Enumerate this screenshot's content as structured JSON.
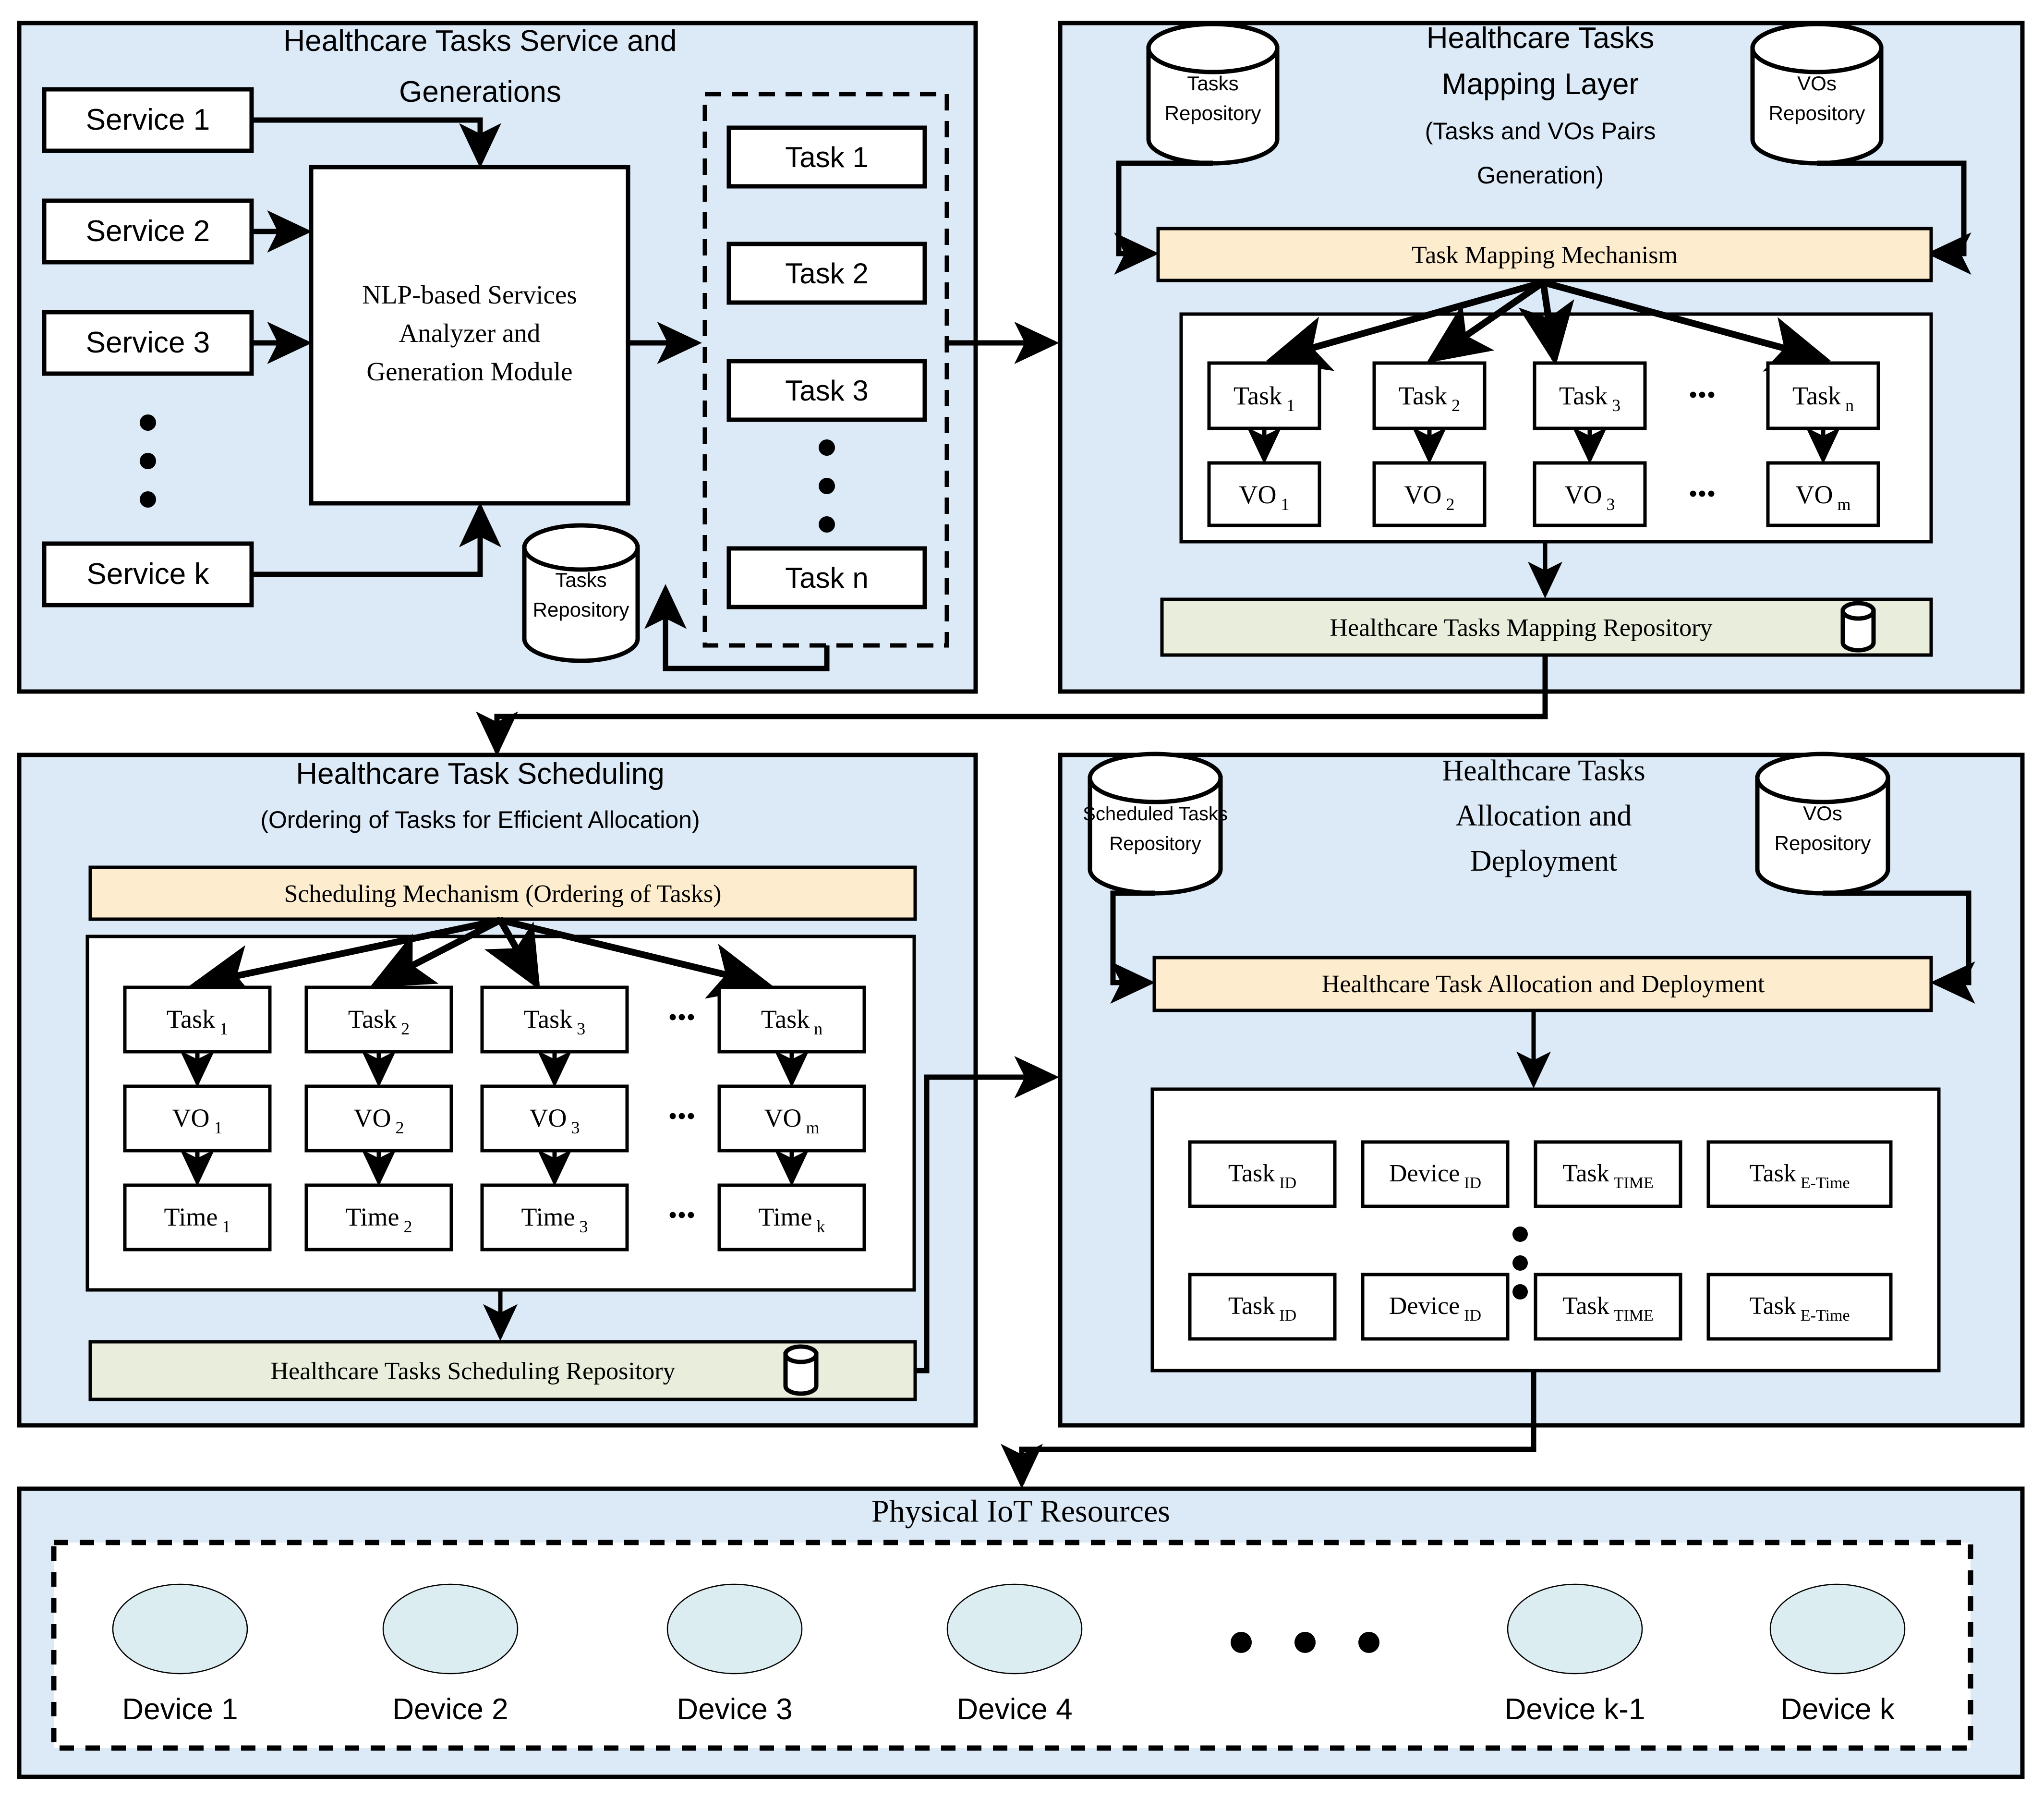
{
  "colors": {
    "panel_bg": "#dce9f7",
    "accent_yellow": "#fdeccd",
    "accent_green": "#e9eedc",
    "device_fill": "#dcedf2",
    "stroke": "#000000",
    "box_fill": "#ffffff"
  },
  "panel_service": {
    "title_line1": "Healthcare Tasks Service and",
    "title_line2": "Generations",
    "services": [
      "Service 1",
      "Service 2",
      "Service 3",
      "Service k"
    ],
    "module_lines": [
      "NLP-based Services",
      "Analyzer and",
      "Generation Module"
    ],
    "tasks": [
      "Task 1",
      "Task 2",
      "Task 3",
      "Task n"
    ],
    "repository": {
      "line1": "Tasks",
      "line2": "Repository"
    }
  },
  "panel_mapping": {
    "title_line1": "Healthcare Tasks",
    "title_line2": "Mapping Layer",
    "subtitle_line1": "(Tasks and VOs Pairs",
    "subtitle_line2": "Generation)",
    "repo_left": {
      "line1": "Tasks",
      "line2": "Repository"
    },
    "repo_right": {
      "line1": "VOs",
      "line2": "Repository"
    },
    "mechanism": "Task Mapping Mechanism",
    "task_row": [
      {
        "base": "Task",
        "sub": "1"
      },
      {
        "base": "Task",
        "sub": "2"
      },
      {
        "base": "Task",
        "sub": "3"
      },
      {
        "base": "Task",
        "sub": "n"
      }
    ],
    "vo_row": [
      {
        "base": "VO",
        "sub": "1"
      },
      {
        "base": "VO",
        "sub": "2"
      },
      {
        "base": "VO",
        "sub": "3"
      },
      {
        "base": "VO",
        "sub": "m"
      }
    ],
    "ellipsis": "•••",
    "output_repository": "Healthcare Tasks Mapping Repository"
  },
  "panel_scheduling": {
    "title": "Healthcare Task Scheduling",
    "subtitle": "(Ordering of Tasks for Efficient Allocation)",
    "mechanism": "Scheduling Mechanism (Ordering of Tasks)",
    "task_row": [
      {
        "base": "Task",
        "sub": "1"
      },
      {
        "base": "Task",
        "sub": "2"
      },
      {
        "base": "Task",
        "sub": "3"
      },
      {
        "base": "Task",
        "sub": "n"
      }
    ],
    "vo_row": [
      {
        "base": "VO",
        "sub": "1"
      },
      {
        "base": "VO",
        "sub": "2"
      },
      {
        "base": "VO",
        "sub": "3"
      },
      {
        "base": "VO",
        "sub": "m"
      }
    ],
    "time_row": [
      {
        "base": "Time",
        "sub": "1"
      },
      {
        "base": "Time",
        "sub": "2"
      },
      {
        "base": "Time",
        "sub": "3"
      },
      {
        "base": "Time",
        "sub": "k"
      }
    ],
    "ellipsis": "•••",
    "output_repository": "Healthcare Tasks Scheduling Repository"
  },
  "panel_allocation": {
    "title_line1": "Healthcare Tasks",
    "title_line2": "Allocation and",
    "title_line3": "Deployment",
    "repo_left": {
      "line1": "Scheduled Tasks",
      "line2": "Repository"
    },
    "repo_right": {
      "line1": "VOs",
      "line2": "Repository"
    },
    "mechanism": "Healthcare Task Allocation and Deployment",
    "row_top": [
      {
        "base": "Task",
        "sub": "ID"
      },
      {
        "base": "Device",
        "sub": "ID"
      },
      {
        "base": "Task",
        "sub": "TIME"
      },
      {
        "base": "Task",
        "sub": "E-Time"
      }
    ],
    "row_bottom": [
      {
        "base": "Task",
        "sub": "ID"
      },
      {
        "base": "Device",
        "sub": "ID"
      },
      {
        "base": "Task",
        "sub": "TIME"
      },
      {
        "base": "Task",
        "sub": "E-Time"
      }
    ]
  },
  "panel_iot": {
    "title": "Physical IoT Resources",
    "devices": [
      "Device 1",
      "Device 2",
      "Device 3",
      "Device 4",
      "Device k-1",
      "Device k"
    ]
  }
}
